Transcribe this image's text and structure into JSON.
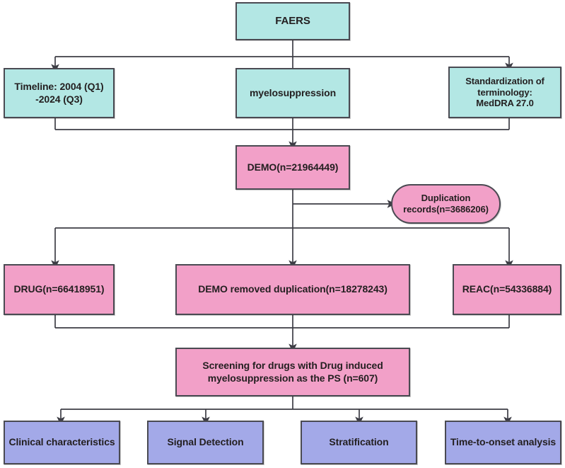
{
  "diagram": {
    "title": "FAERS myelosuppression study flowchart",
    "colors": {
      "cyan": "#b3e7e4",
      "pink": "#f2a0c8",
      "purple": "#a3a9e8",
      "stroke": "#4a4a52",
      "text": "#231f20",
      "background": "#ffffff"
    }
  },
  "nodes": {
    "faers": {
      "label": "FAERS",
      "shape": "rect",
      "color": "cyan"
    },
    "timeline": {
      "line1": "Timeline: 2004 (Q1)",
      "line2": "-2024 (Q3)",
      "shape": "rect",
      "color": "cyan"
    },
    "myelosuppression": {
      "label": "myelosuppression",
      "shape": "rect",
      "color": "cyan"
    },
    "standardization": {
      "line1": "Standardization of",
      "line2": "terminology:",
      "line3": "MedDRA 27.0",
      "shape": "rect",
      "color": "cyan"
    },
    "demo": {
      "label": "DEMO(n=21964449)",
      "shape": "rect",
      "color": "pink"
    },
    "duplication": {
      "line1": "Duplication",
      "line2": "records(n=3686206)",
      "shape": "stadium",
      "color": "pink"
    },
    "drug": {
      "label": "DRUG(n=66418951)",
      "shape": "rect",
      "color": "pink"
    },
    "demo_removed": {
      "label": "DEMO removed duplication(n=18278243)",
      "shape": "rect",
      "color": "pink"
    },
    "reac": {
      "label": "REAC(n=54336884)",
      "shape": "rect",
      "color": "pink"
    },
    "screening": {
      "line1": "Screening for drugs with Drug induced",
      "line2": "myelosuppression as the PS (n=607)",
      "shape": "rect",
      "color": "pink"
    },
    "clinical_characteristics": {
      "label": "Clinical characteristics",
      "shape": "rect",
      "color": "purple"
    },
    "signal_detection": {
      "label": "Signal Detection",
      "shape": "rect",
      "color": "purple"
    },
    "stratification": {
      "label": "Stratification",
      "shape": "rect",
      "color": "purple"
    },
    "time_to_onset": {
      "label": "Time-to-onset analysis",
      "shape": "rect",
      "color": "purple"
    }
  },
  "edges": [
    {
      "from": "faers",
      "to": "timeline",
      "arrow": true
    },
    {
      "from": "faers",
      "to": "myelosuppression",
      "arrow": false
    },
    {
      "from": "faers",
      "to": "standardization",
      "arrow": true
    },
    {
      "from": "timeline",
      "to": "demo",
      "arrow": true
    },
    {
      "from": "myelosuppression",
      "to": "demo",
      "arrow": true
    },
    {
      "from": "standardization",
      "to": "demo",
      "arrow": true
    },
    {
      "from": "demo",
      "to": "duplication",
      "arrow": true
    },
    {
      "from": "demo",
      "to": "drug",
      "arrow": true
    },
    {
      "from": "demo",
      "to": "demo_removed",
      "arrow": true
    },
    {
      "from": "demo",
      "to": "reac",
      "arrow": true
    },
    {
      "from": "drug",
      "to": "screening",
      "arrow": true
    },
    {
      "from": "demo_removed",
      "to": "screening",
      "arrow": true
    },
    {
      "from": "reac",
      "to": "screening",
      "arrow": true
    },
    {
      "from": "screening",
      "to": "clinical_characteristics",
      "arrow": true
    },
    {
      "from": "screening",
      "to": "signal_detection",
      "arrow": true
    },
    {
      "from": "screening",
      "to": "stratification",
      "arrow": true
    },
    {
      "from": "screening",
      "to": "time_to_onset",
      "arrow": true
    }
  ]
}
